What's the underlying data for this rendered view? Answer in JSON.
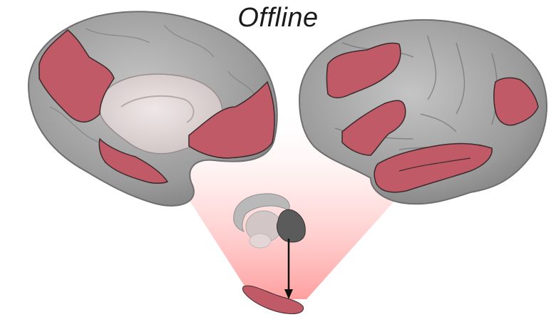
{
  "figure": {
    "title": "Offline"
  },
  "colors": {
    "cortex": "#8e8e8e",
    "cortex_light": "#b8b8b8",
    "highlight_region": "#c05a67",
    "highlight_outline": "#3a2a2c",
    "beam": "#ffb3b3",
    "medial_wall": "#e6dcdc",
    "subcortex_dark": "#5b5b5b",
    "arrow": "#111111"
  },
  "elements": {
    "left_hemisphere_view": "medial",
    "right_hemisphere_view": "lateral",
    "arrow_direction": "down"
  }
}
